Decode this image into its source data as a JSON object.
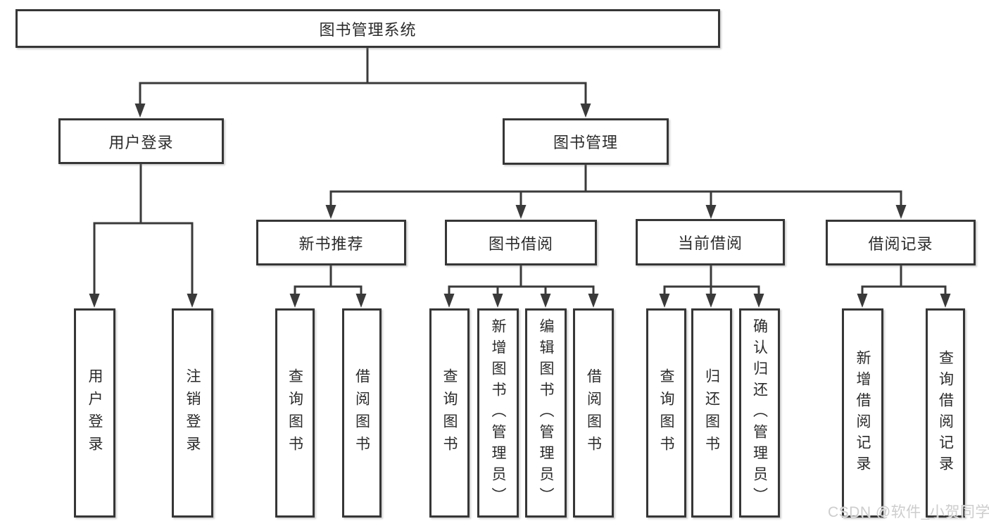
{
  "title": "图书管理系统",
  "watermark": "CSDN @软件_小贺同学",
  "colors": {
    "line": "#3a3a3a",
    "box_border": "#363636",
    "box_background": "#ffffff",
    "text": "#2b2b2b",
    "watermark_text": "#c9c9c9"
  },
  "chart_type": "hierarchy-tree",
  "nodes": {
    "root": {
      "label": "图书管理系统"
    },
    "branches": [
      {
        "label": "用户登录",
        "children": [
          "用户登录",
          "注销登录"
        ]
      },
      {
        "label": "图书管理",
        "children": [
          "新书推荐",
          "图书借阅",
          "当前借阅",
          "借阅记录"
        ]
      }
    ],
    "modules": [
      {
        "label": "新书推荐",
        "children": [
          "查询图书",
          "借阅图书"
        ]
      },
      {
        "label": "图书借阅",
        "children": [
          "查询图书",
          "新增图书（管理员）",
          "编辑图书（管理员）",
          "借阅图书"
        ]
      },
      {
        "label": "当前借阅",
        "children": [
          "查询图书",
          "归还图书",
          "确认归还（管理员）"
        ]
      },
      {
        "label": "借阅记录",
        "children": [
          "新增借阅记录",
          "查询借阅记录"
        ]
      }
    ]
  }
}
